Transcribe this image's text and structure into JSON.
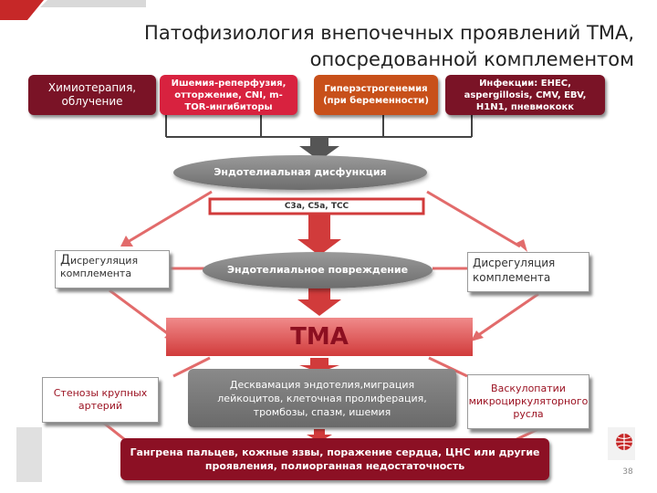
{
  "title": {
    "line1": "Патофизиология внепочечных проявлений ТМА,",
    "line2": "опосредованной комплементом"
  },
  "causes": [
    {
      "label": "Химиотерапия, облучение"
    },
    {
      "label": "Ишемия-реперфузия, отторжение, CNI, m-TOR-ингибиторы"
    },
    {
      "label": "Гиперэстрогенемия (при беременности)"
    },
    {
      "label": "Инфекции: EHEC, aspergillosis, CMV, EBV, H1N1, пневмококк"
    }
  ],
  "endothelial_dysfunction": "Эндотелиальная дисфункция",
  "complement_products": "C3a, C5a, TCC",
  "endothelial_damage": "Эндотелиальное повреждение",
  "dysregulation_left": {
    "first_letter": "Д",
    "rest": "исрегуляция комплемента"
  },
  "dysregulation_right": "Дисрегуляция комплемента",
  "tma": "ТМА",
  "stenosis": "Стенозы крупных артерий",
  "desquamation": "Десквамация эндотелия,миграция лейкоцитов, клеточная пролиферация, тромбозы, спазм, ишемия",
  "vasculopathy": "Васкулопатии микроциркуляторного русла",
  "gangrene": "Гангрена пальцев, кожные язвы, поражение сердца, ЦНС или другие проявления, полиорганная недостаточность",
  "page_number": "38",
  "colors": {
    "dark_red": "#7a1326",
    "pink_red": "#d8223f",
    "orange": "#c8501a",
    "gray": "#7d7d7d",
    "arrow_red": "#e65a5a"
  }
}
